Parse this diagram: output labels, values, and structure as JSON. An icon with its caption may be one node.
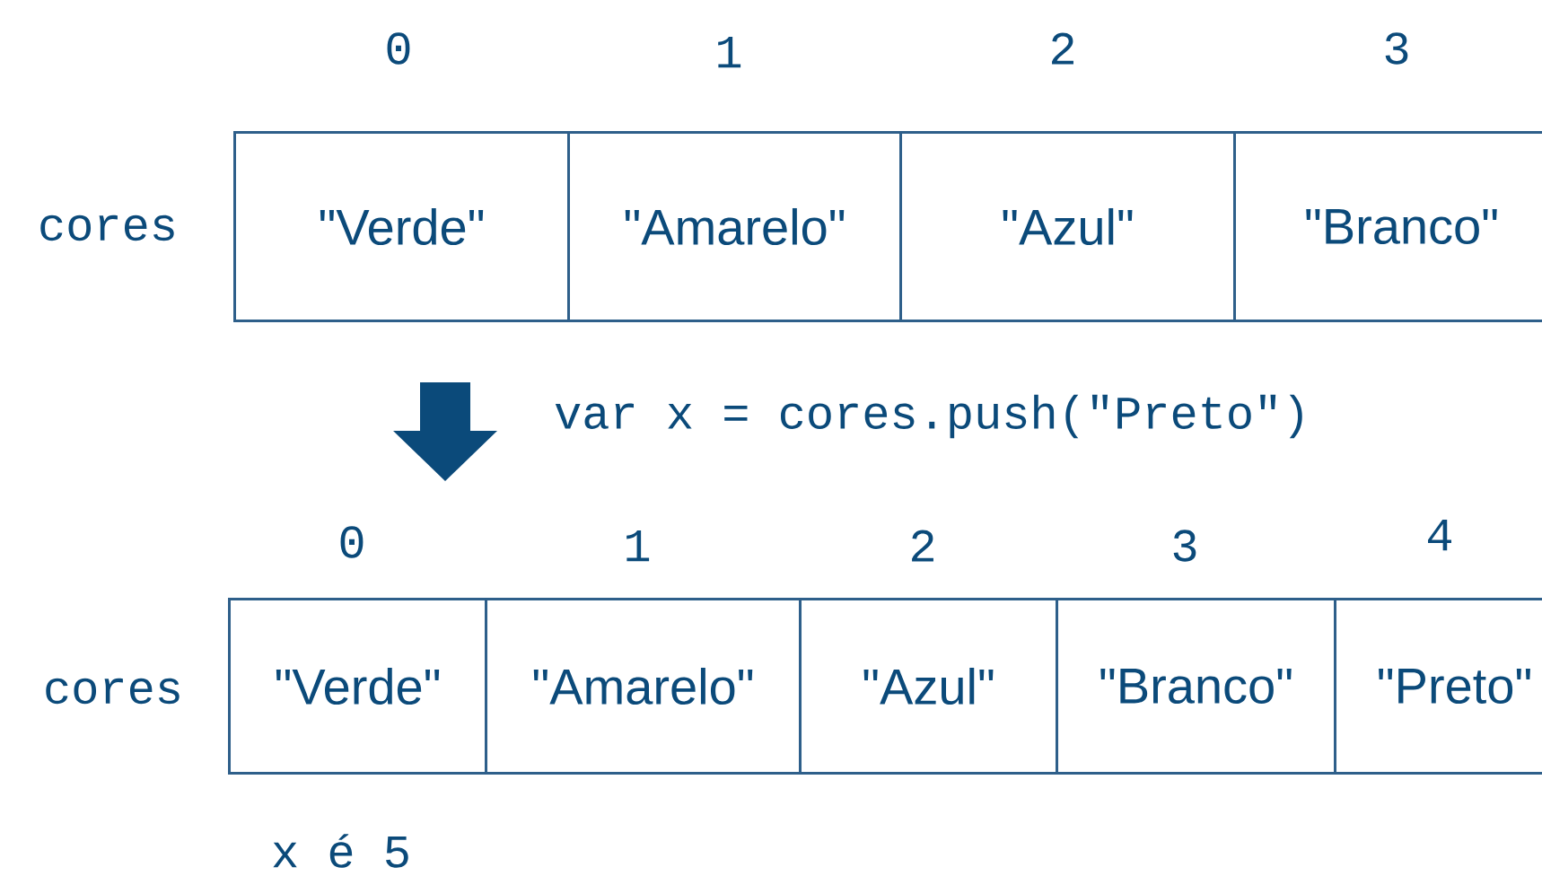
{
  "diagram": {
    "nodes": [
      {
        "text": [
          "\"Verde\""
        ]
      },
      {
        "text": [
          "\"Amarelo\""
        ]
      },
      {
        "text": [
          "\"Azul\""
        ]
      },
      {
        "text": [
          "\"Branco\""
        ]
      },
      {
        "text": [
          "\"Verde\""
        ]
      },
      {
        "text": [
          "\"Amarelo\""
        ]
      },
      {
        "text": [
          "\"Azul\""
        ]
      },
      {
        "text": [
          "\"Branco\""
        ]
      },
      {
        "text": [
          "\"Preto\""
        ]
      }
    ],
    "labels": [
      "0",
      "1",
      "2",
      "3",
      "cores",
      "var x = cores.push(\"Preto\")",
      "0",
      "1",
      "2",
      "3",
      "4",
      "cores",
      "x é 5"
    ]
  }
}
